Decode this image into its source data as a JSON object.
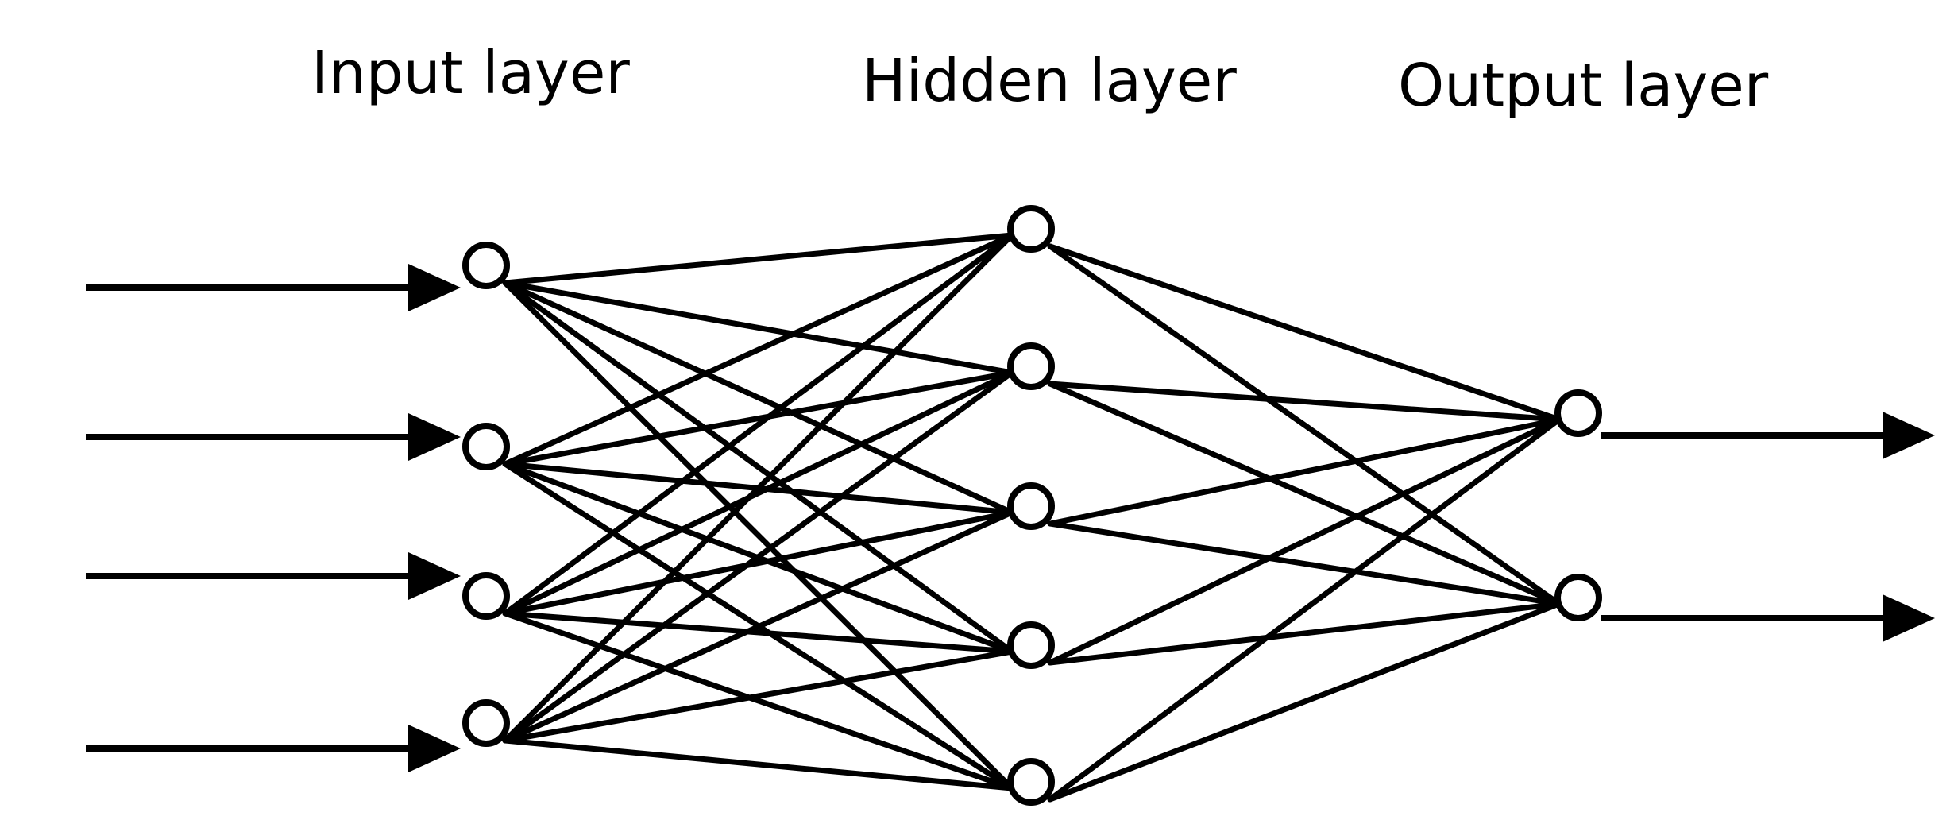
{
  "layers": [
    {
      "id": "input",
      "label": "Input layer",
      "nodes": 4
    },
    {
      "id": "hidden",
      "label": "Hidden layer",
      "nodes": 5
    },
    {
      "id": "output",
      "label": "Output layer",
      "nodes": 2
    }
  ],
  "input_arrows": 4,
  "output_arrows": 2,
  "connectivity": "fully-connected",
  "colors": {
    "ink": "#000000",
    "background": "#ffffff"
  }
}
